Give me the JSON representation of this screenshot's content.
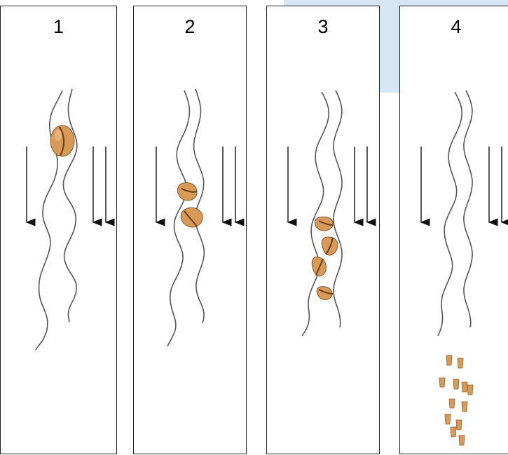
{
  "colors": {
    "background_accent": "#d6e6f5",
    "panel_border": "#222222",
    "wall_line": "#555555",
    "arrow": "#111111",
    "grain_fill": "#d89a58",
    "grain_dark": "#8a5524"
  },
  "panels": [
    {
      "label": "1",
      "stage": "whole-grain"
    },
    {
      "label": "2",
      "stage": "grain-split-in-two"
    },
    {
      "label": "3",
      "stage": "grain-split-in-four"
    },
    {
      "label": "4",
      "stage": "fine-particles-exit"
    }
  ]
}
